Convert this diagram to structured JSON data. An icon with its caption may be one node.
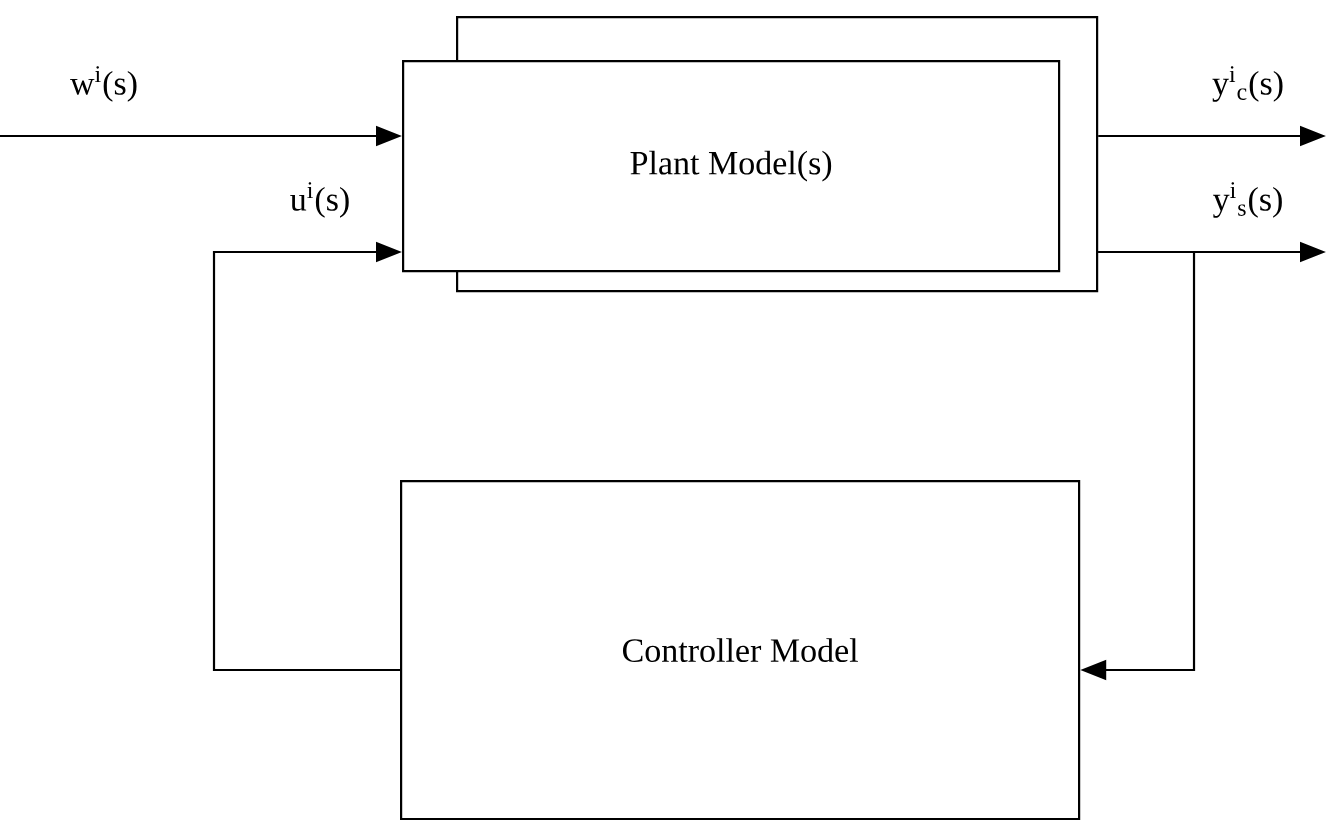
{
  "diagram": {
    "nodes": [
      {
        "text": [],
        "shape": "box"
      },
      {
        "text": [
          "Plant Model(s)"
        ]
      },
      {
        "text": [
          "Controller Model"
        ]
      }
    ],
    "edges": [
      {
        "from": null,
        "to": 1,
        "arrow": "to",
        "label": "w$^{i}$(s)"
      },
      {
        "from": 0,
        "to": null,
        "arrow": "to",
        "label": "y$^{i}$$_{c}$(s)"
      },
      {
        "from": 0,
        "to": null,
        "arrow": "to",
        "label": "y$^{i}$$_{s}$(s)"
      },
      {
        "from": 0,
        "to": 2,
        "arrow": "to"
      },
      {
        "from": 2,
        "to": 1,
        "arrow": "to",
        "label": "u$^{i}$(s)"
      }
    ]
  }
}
